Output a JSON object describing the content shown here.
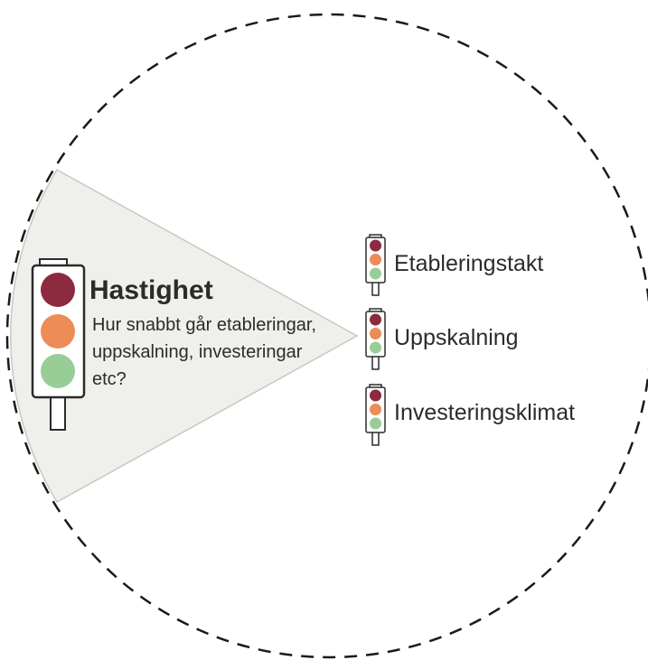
{
  "colors": {
    "red": "#8c2a3f",
    "orange": "#ec8c57",
    "green": "#98cd98",
    "sector_fill": "#efefeb",
    "outline": "#2b2b2b"
  },
  "main": {
    "title": "Hastighet",
    "description_lines": [
      "Hur snabbt går etableringar,",
      "uppskalning, investeringar",
      "etc?"
    ]
  },
  "items": [
    {
      "label": "Etableringstakt"
    },
    {
      "label": "Uppskalning"
    },
    {
      "label": "Investeringsklimat"
    }
  ]
}
